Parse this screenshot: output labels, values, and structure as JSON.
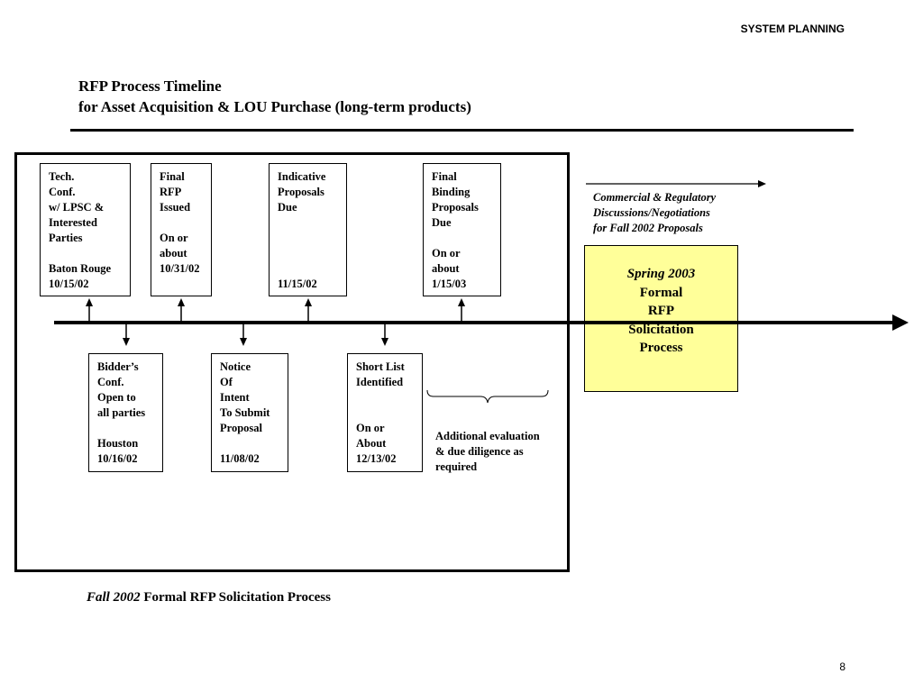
{
  "header": {
    "label": "SYSTEM PLANNING"
  },
  "title": {
    "line1": "RFP Process Timeline",
    "line2": "for Asset Acquisition & LOU Purchase (long-term products)"
  },
  "upper_milestones": [
    {
      "lines": [
        "Tech.",
        "Conf.",
        "w/ LPSC &",
        "Interested",
        "Parties",
        "",
        "Baton Rouge",
        "10/15/02"
      ]
    },
    {
      "lines": [
        "Final",
        "RFP",
        "Issued",
        "",
        "On or",
        "about",
        "10/31/02"
      ]
    },
    {
      "lines": [
        "Indicative",
        "Proposals",
        "Due",
        "",
        "",
        "",
        "",
        "11/15/02"
      ]
    },
    {
      "lines": [
        "Final",
        "Binding",
        "Proposals",
        "Due",
        "",
        "On or",
        "about",
        "1/15/03"
      ]
    }
  ],
  "lower_milestones": [
    {
      "lines": [
        "Bidder’s",
        "Conf.",
        "Open to",
        "all parties",
        "",
        "Houston",
        "10/16/02"
      ]
    },
    {
      "lines": [
        "Notice",
        "Of",
        "Intent",
        "To Submit",
        "Proposal",
        "",
        "11/08/02"
      ]
    },
    {
      "lines": [
        "Short List",
        "Identified",
        "",
        "",
        "On or",
        "About",
        "12/13/02"
      ]
    }
  ],
  "commercial_note": [
    "Commercial & Regulatory",
    "Discussions/Negotiations",
    "for Fall 2002 Proposals"
  ],
  "evaluation_note": [
    "Additional evaluation",
    "& due diligence as",
    "required"
  ],
  "spring_box": {
    "italic_line": "Spring 2003",
    "lines": [
      "Formal",
      "RFP",
      "Solicitation",
      "Process"
    ]
  },
  "caption": {
    "italic_part": "Fall  2002",
    "rest": " Formal RFP Solicitation Process"
  },
  "page_number": "8",
  "colors": {
    "spring_fill": "#ffff99",
    "line": "#000000"
  }
}
